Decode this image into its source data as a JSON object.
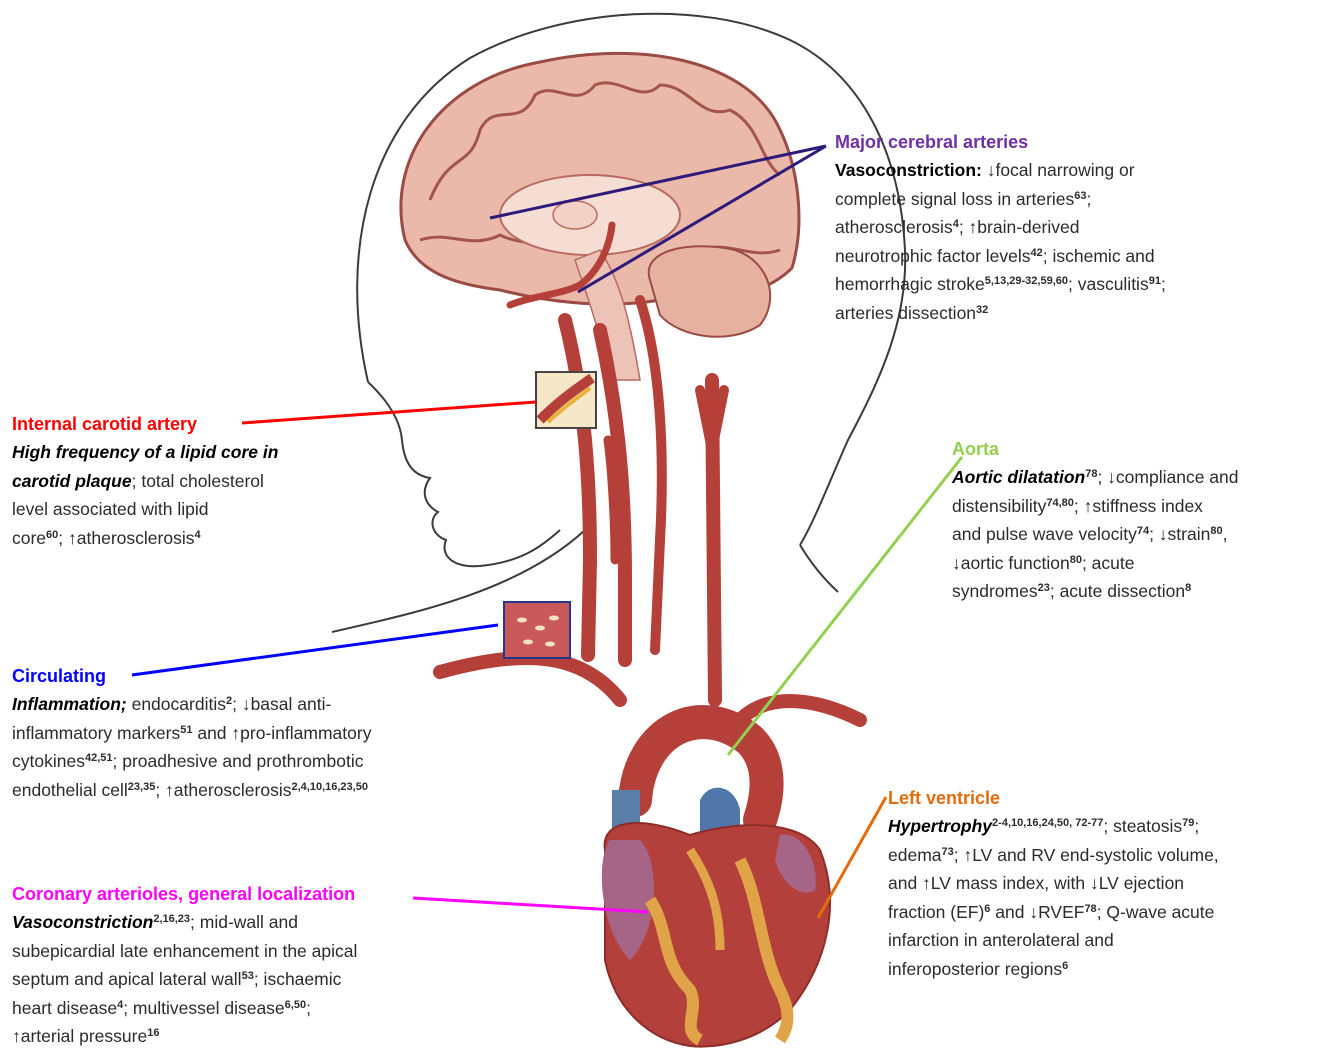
{
  "colors": {
    "cerebral": "#7030a0",
    "carotid": "#ff0000",
    "aorta": "#92d050",
    "circulating": "#0000ff",
    "left_ventricle": "#e36c0a",
    "coronary": "#ff00ff",
    "artery": "#b5403a",
    "brain": "#e8b7a8"
  },
  "cerebral": {
    "title": "Major cerebral arteries",
    "lead": "Vasoconstriction:",
    "l1_text": " ↓focal narrowing or",
    "l2_text": "complete signal loss in arteries",
    "l2_ref": "63",
    "l2_tail": ";",
    "l3_text": "atherosclerosis",
    "l3_ref": "4",
    "l3_tail": "; ↑brain-derived",
    "l4_text": "neurotrophic factor levels",
    "l4_ref": "42",
    "l4_tail": "; ischemic and",
    "l5_text": "hemorrhagic stroke",
    "l5_ref": "5,13,29-32,59,60",
    "l5_mid": "; vasculitis",
    "l5_ref2": "91",
    "l5_tail": ";",
    "l6_text": "arteries dissection",
    "l6_ref": "32"
  },
  "carotid": {
    "title": "Internal carotid artery",
    "lead1": "High frequency of a lipid core in",
    "lead2": "carotid plaque",
    "l2_tail": "; total cholesterol",
    "l3_text": "level associated with lipid",
    "l4_text": "core",
    "l4_ref": "60",
    "l4_mid": "; ↑atherosclerosis",
    "l4_ref2": "4"
  },
  "aorta": {
    "title": "Aorta",
    "lead": "Aortic dilatation",
    "l1_ref": "78",
    "l1_tail": "; ↓compliance and",
    "l2_text": "distensibility",
    "l2_ref": "74,80",
    "l2_tail": "; ↑stiffness index",
    "l3_text": "and pulse wave velocity",
    "l3_ref": "74",
    "l3_mid": "; ↓strain",
    "l3_ref2": "80",
    "l3_tail": ",",
    "l4_text": "↓aortic function",
    "l4_ref": "80",
    "l4_tail": "; acute",
    "l5_text": "syndromes",
    "l5_ref": "23",
    "l5_mid": "; acute dissection",
    "l5_ref2": "8"
  },
  "circulating": {
    "title": "Circulating",
    "lead": "Inflammation;",
    "l1_text": " endocarditis",
    "l1_ref": "2",
    "l1_tail": "; ↓basal anti-",
    "l2_text": "inflammatory markers",
    "l2_ref": "51",
    "l2_tail": " and ↑pro-inflammatory",
    "l3_text": "cytokines",
    "l3_ref": "42,51",
    "l3_tail": "; proadhesive and prothrombotic",
    "l4_text": "endothelial cell",
    "l4_ref": "23,35",
    "l4_mid": "; ↑atherosclerosis",
    "l4_ref2": "2,4,10,16,23,50"
  },
  "left_ventricle": {
    "title": "Left ventricle",
    "lead": "Hypertrophy",
    "l1_ref": "2-4,10,16,24,50, 72-77",
    "l1_mid": "; steatosis",
    "l1_ref2": "79",
    "l1_tail": ";",
    "l2_text": "edema",
    "l2_ref": "73",
    "l2_tail": "; ↑LV and RV end-systolic volume,",
    "l3_text": "and ↑LV mass index, with  ↓LV ejection",
    "l4_text": "fraction (EF)",
    "l4_ref": "6",
    "l4_mid": " and ↓RVEF",
    "l4_ref2": "78",
    "l4_tail": "; Q-wave acute",
    "l5_text": "infarction in anterolateral and",
    "l6_text": "inferoposterior regions",
    "l6_ref": "6"
  },
  "coronary": {
    "title": "Coronary arterioles, general localization",
    "lead": "Vasoconstriction",
    "l1_ref": "2,16,23",
    "l1_tail": "; mid-wall and",
    "l2_text": "subepicardial late enhancement in the apical",
    "l3_text": "septum and apical lateral wall",
    "l3_ref": "53",
    "l3_tail": "; ischaemic",
    "l4_text": "heart disease",
    "l4_ref": "4",
    "l4_mid": "; multivessel disease",
    "l4_ref2": "6,50",
    "l4_tail": ";",
    "l5_text": "↑arterial pressure",
    "l5_ref": "16"
  }
}
